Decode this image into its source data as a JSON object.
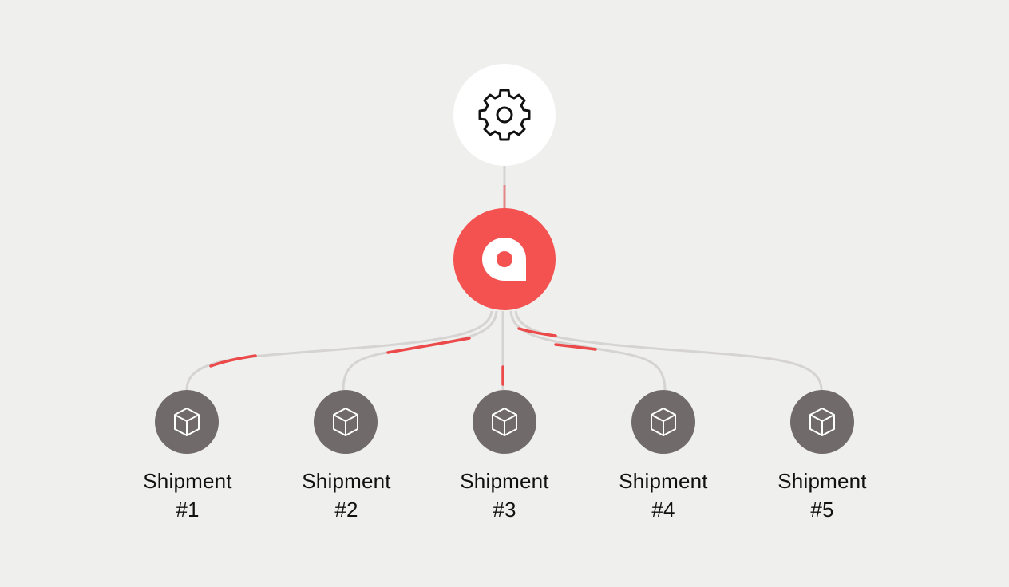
{
  "colors": {
    "background": "#efefed",
    "source_node": "#ffffff",
    "hub_node": "#f45151",
    "shipment_node": "#706a6a",
    "connector": "#d6d4d2",
    "highlight": "#ec4a4a",
    "icon_dark": "#111111",
    "icon_light": "#ffffff"
  },
  "nodes": {
    "source": {
      "icon": "gear-icon"
    },
    "hub": {
      "icon": "brand-logo"
    }
  },
  "shipments": [
    {
      "line1": "Shipment",
      "line2": "#1",
      "icon": "box-icon"
    },
    {
      "line1": "Shipment",
      "line2": "#2",
      "icon": "box-icon"
    },
    {
      "line1": "Shipment",
      "line2": "#3",
      "icon": "box-icon"
    },
    {
      "line1": "Shipment",
      "line2": "#4",
      "icon": "box-icon"
    },
    {
      "line1": "Shipment",
      "line2": "#5",
      "icon": "box-icon"
    }
  ]
}
